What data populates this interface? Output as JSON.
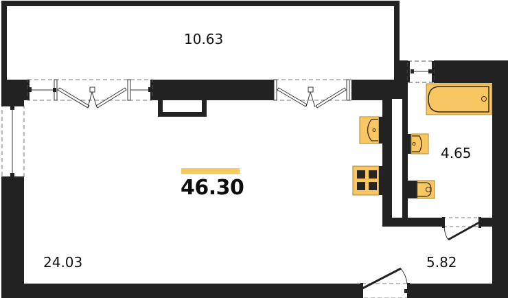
{
  "plan": {
    "type": "apartment-floor-plan",
    "total_area": "46.30",
    "rooms": [
      {
        "id": "balcony",
        "area": "10.63"
      },
      {
        "id": "living-room",
        "area": "24.03"
      },
      {
        "id": "bathroom",
        "area": "4.65"
      },
      {
        "id": "hallway",
        "area": "5.82"
      }
    ],
    "fixtures": [
      "bathtub",
      "bathroom-sink",
      "toilet",
      "kitchen-sink",
      "cooktop"
    ]
  },
  "colors": {
    "wall": "#222222",
    "fixture_fill": "#f9c762",
    "fixture_stroke": "#3a2a10",
    "accent_bar": "#f7c85e",
    "background": "#ffffff",
    "text": "#111111"
  }
}
